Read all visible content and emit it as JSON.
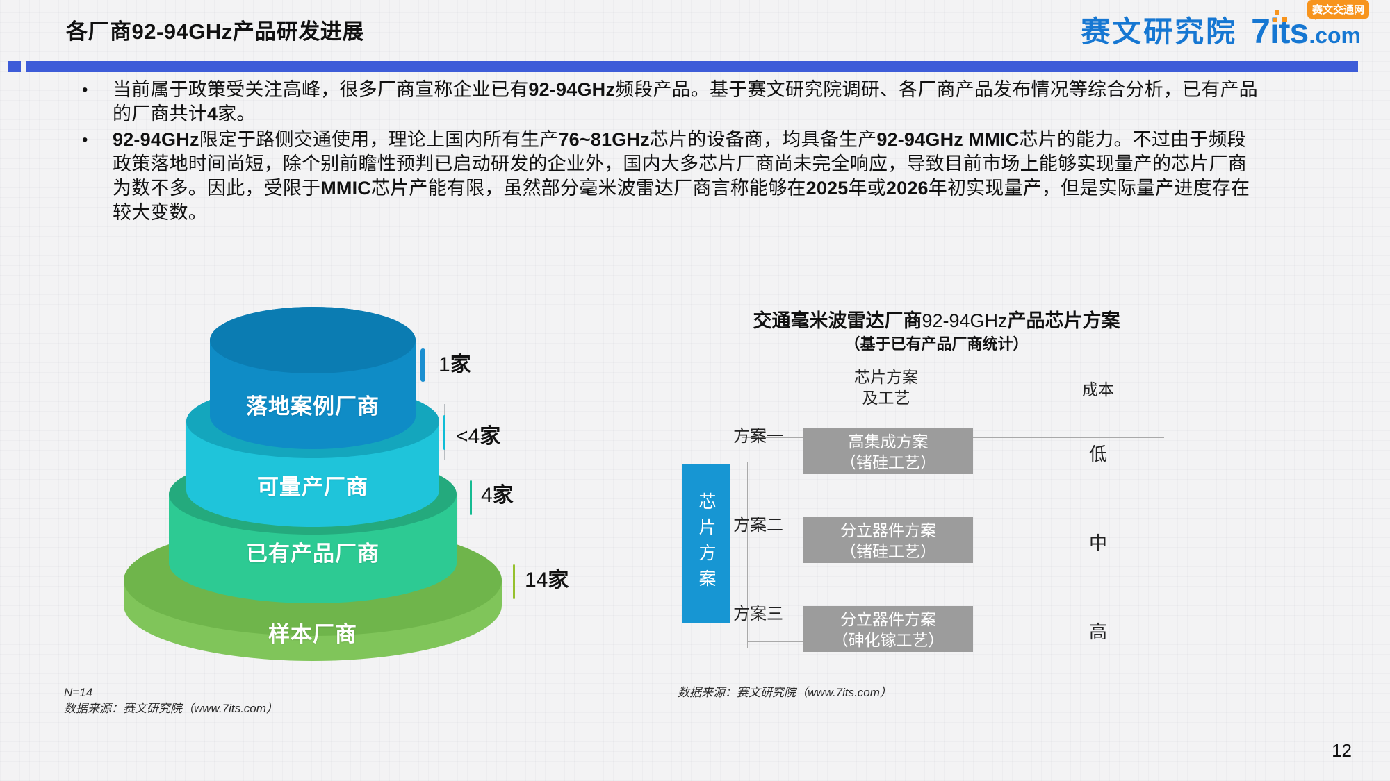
{
  "header": {
    "title": "各厂商92-94GHz产品研发进展",
    "accent_color": "#3d5cd8",
    "brand_institute": "赛文研究院",
    "brand_seven": "7its",
    "brand_dotcom": ".com",
    "brand_badge": "赛文交通网",
    "brand_blue": "#1677d2",
    "brand_orange": "#f7941d"
  },
  "bullets": [
    {
      "runs": [
        {
          "t": "当前属于政策受关注高峰，很多厂商宣称企业已有",
          "b": false
        },
        {
          "t": "92-94GHz",
          "b": true
        },
        {
          "t": "频段产品。基于赛文研究院调研、各厂商产品发布情况等综合分析，已有产品的厂商共计",
          "b": false
        },
        {
          "t": "4",
          "b": true
        },
        {
          "t": "家。",
          "b": false
        }
      ]
    },
    {
      "runs": [
        {
          "t": "92-94GHz",
          "b": true
        },
        {
          "t": "限定于路侧交通使用，理论上国内所有生产",
          "b": false
        },
        {
          "t": "76~81GHz",
          "b": true
        },
        {
          "t": "芯片的设备商，均具备生产",
          "b": false
        },
        {
          "t": "92-94GHz MMIC",
          "b": true
        },
        {
          "t": "芯片的能力。不过由于频段政策落地时间尚短，除个别前瞻性预判已启动研发的企业外，国内大多芯片厂商尚未完全响应，导致目前市场上能够实现量产的芯片厂商为数不多。因此，受限于",
          "b": false
        },
        {
          "t": "MMIC",
          "b": true
        },
        {
          "t": "芯片产能有限，虽然部分毫米波雷达厂商言称能够在",
          "b": false
        },
        {
          "t": "2025",
          "b": true
        },
        {
          "t": "年或",
          "b": false
        },
        {
          "t": "2026",
          "b": true
        },
        {
          "t": "年初实现量产，但是实际量产进度存在较大变数。",
          "b": false
        }
      ]
    }
  ],
  "pyramid": {
    "tiers": [
      {
        "label": "落地案例厂商",
        "count_num": "1",
        "count_unit": "家",
        "side_color": "#0f8cc6",
        "top_color": "#0b7cb2",
        "tick_color": "#1b8fd0"
      },
      {
        "label": "可量产厂商",
        "count_num": "<4",
        "count_unit": "家",
        "side_color": "#1fc4da",
        "top_color": "#14a6bd",
        "tick_color": "#10bdd6"
      },
      {
        "label": "已有产品厂商",
        "count_num": "4",
        "count_unit": "家",
        "side_color": "#2dca93",
        "top_color": "#24aa7d",
        "tick_color": "#16bb92"
      },
      {
        "label": "样本厂商",
        "count_num": "14",
        "count_unit": "家",
        "side_color": "#80c55a",
        "top_color": "#6fb54b",
        "tick_color": "#96c12e"
      }
    ],
    "note_n": "N=14",
    "note_source": "数据来源：赛文研究院（www.7its.com）"
  },
  "diagram": {
    "title_runs": [
      {
        "t": "交通毫米波雷达厂商",
        "b": true
      },
      {
        "t": "92-94GHz",
        "b": false
      },
      {
        "t": "产品芯片方案",
        "b": true
      }
    ],
    "subtitle": "（基于已有产品厂商统计）",
    "col1_line1": "芯片方案",
    "col1_line2": "及工艺",
    "col2": "成本",
    "axis_label": "芯片方案",
    "axis_color": "#1796d3",
    "box_color": "#9c9c9c",
    "rows": [
      {
        "scheme": "方案一",
        "solution_line1": "高集成方案",
        "solution_line2": "（锗硅工艺）",
        "cost": "低"
      },
      {
        "scheme": "方案二",
        "solution_line1": "分立器件方案",
        "solution_line2": "（锗硅工艺）",
        "cost": "中"
      },
      {
        "scheme": "方案三",
        "solution_line1": "分立器件方案",
        "solution_line2": "（砷化镓工艺）",
        "cost": "高"
      }
    ],
    "source": "数据来源：赛文研究院（www.7its.com）"
  },
  "footer": {
    "page": "12"
  },
  "chart_data": [
    {
      "type": "funnel",
      "title": "厂商层级（自上而下）",
      "categories": [
        "落地案例厂商",
        "可量产厂商",
        "已有产品厂商",
        "样本厂商"
      ],
      "values": [
        "1家",
        "<4家",
        "4家",
        "14家"
      ],
      "note": "N=14",
      "source": "数据来源：赛文研究院（www.7its.com）"
    },
    {
      "type": "table",
      "title": "交通毫米波雷达厂商92-94GHz产品芯片方案",
      "subtitle": "（基于已有产品厂商统计）",
      "columns": [
        "方案",
        "芯片方案及工艺",
        "成本"
      ],
      "rows": [
        [
          "方案一",
          "高集成方案（锗硅工艺）",
          "低"
        ],
        [
          "方案二",
          "分立器件方案（锗硅工艺）",
          "中"
        ],
        [
          "方案三",
          "分立器件方案（砷化镓工艺）",
          "高"
        ]
      ],
      "source": "数据来源：赛文研究院（www.7its.com）"
    }
  ]
}
